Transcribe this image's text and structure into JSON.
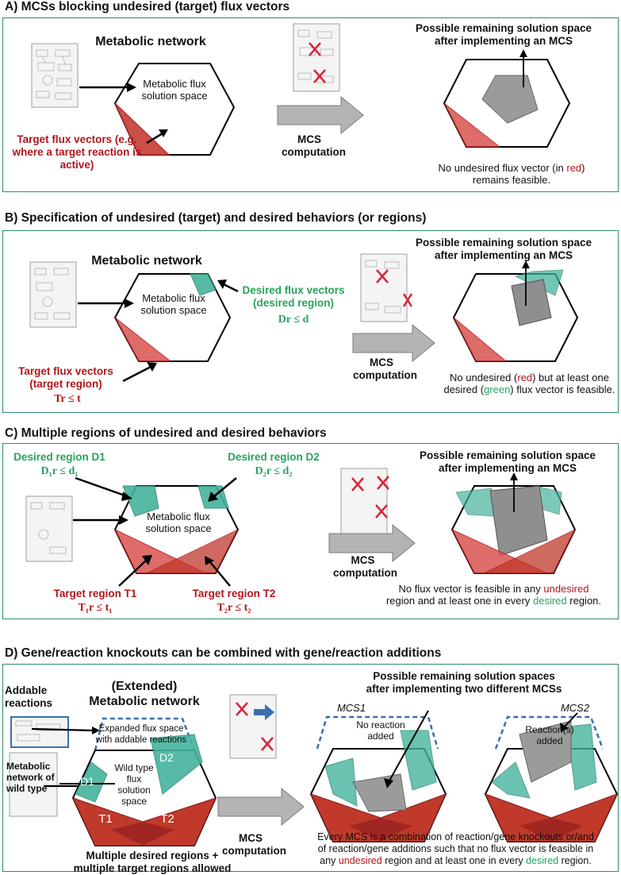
{
  "panelA": {
    "title": "A) MCSs blocking undesired (target) flux vectors",
    "network": "Metabolic network",
    "space": "Metabolic flux solution space",
    "target": "Target flux vectors (e.g. where a target reaction is active)",
    "mcs": "MCS computation",
    "remaining": "Possible remaining solution space after implementing an MCS",
    "caption_pre": "No undesired flux vector (in",
    "caption_red": "red",
    "caption_post": ") remains feasible."
  },
  "panelB": {
    "title": "B) Specification of undesired (target) and desired behaviors (or regions)",
    "network": "Metabolic network",
    "space": "Metabolic flux solution space",
    "desired": "Desired flux vectors (desired region)",
    "desired_eq": "Dr ≤ d",
    "target": "Target flux vectors (target region)",
    "target_eq": "Tr ≤ t",
    "mcs": "MCS computation",
    "remaining": "Possible remaining solution space after implementing an MCS",
    "cap1": "No undesired (",
    "cap_red": "red",
    "cap2": ") but at least one desired (",
    "cap_green": "green",
    "cap3": ") flux vector is feasible."
  },
  "panelC": {
    "title": "C) Multiple regions of undesired and desired behaviors",
    "d1": "Desired region D1",
    "d1_eq": "D₁r ≤ d₁",
    "d2": "Desired region D2",
    "d2_eq": "D₂r ≤ d₂",
    "space": "Metabolic flux solution space",
    "t1": "Target region T1",
    "t1_eq": "T₁r ≤ t₁",
    "t2": "Target region T2",
    "t2_eq": "T₂r ≤ t₂",
    "mcs": "MCS computation",
    "remaining": "Possible remaining solution space after implementing an MCS",
    "cap1": "No flux vector is feasible in any",
    "cap_red": "undesired",
    "cap2": "region and at least one in every",
    "cap_green": "desired",
    "cap3": "region."
  },
  "panelD": {
    "title": "D) Gene/reaction knockouts can be combined with gene/reaction additions",
    "addable": "Addable reactions",
    "extended": "(Extended) Metabolic network",
    "expanded": "Expanded flux space with addable reactions",
    "wildnet": "Metabolic network of wild type",
    "d1": "D1",
    "d2": "D2",
    "wild": "Wild type flux solution space",
    "t1": "T1",
    "t2": "T2",
    "mcs": "MCS computation",
    "remaining": "Possible remaining solution spaces after implementing two different MCSs",
    "mcs1": "MCS1",
    "mcs2": "MCS2",
    "noreaction": "No reaction added",
    "reactions": "Reaction(s) added",
    "multi": "Multiple desired regions + multiple target regions allowed",
    "cap1": "Every MCS is a combination of reaction/gene knockouts or/and",
    "cap2": "of reaction/gene additions such that no flux vector is feasible in",
    "cap3a": "any",
    "cap3red": "undesired",
    "cap3b": "region and at least one in every",
    "cap3green": "desired",
    "cap3c": "region."
  },
  "colors": {
    "frame": "#2e8b6e",
    "target": "#c0392b",
    "desired": "#45b39d",
    "gray": "#9a9a9a",
    "dashed": "#3a6fb0"
  }
}
